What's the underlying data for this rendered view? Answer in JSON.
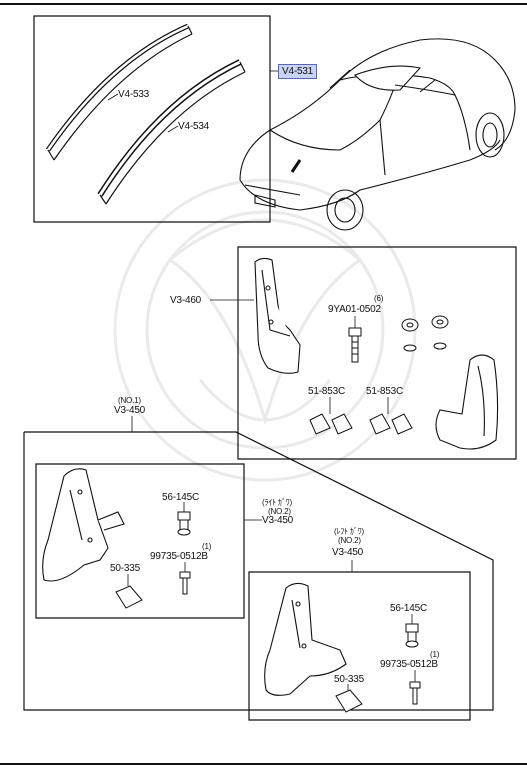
{
  "callouts": {
    "v4_531": "V4-531",
    "v4_533": "V4-533",
    "v4_534": "V4-534",
    "v3_460": "V3-460",
    "bolt_9ya": "9YA01-0502",
    "bolt_9ya_qty": "(6)",
    "clip_51_a": "51-853C",
    "clip_51_b": "51-853C",
    "no1_note": "(NO.1)",
    "no1_code": "V3-450",
    "right_side_jp": "(ﾗｲﾄ ｶﾞﾜ)",
    "right_no2": "(NO.2)",
    "right_code": "V3-450",
    "clip_56_r": "56-145C",
    "screw_r_qty": "(1)",
    "screw_r": "99735-0512B",
    "nut_50_r": "50-335",
    "left_side_jp": "(ﾚﾌﾄ ｶﾞﾜ)",
    "left_no2": "(NO.2)",
    "left_code": "V3-450",
    "clip_56_l": "56-145C",
    "screw_l_qty": "(1)",
    "screw_l": "99735-0512B",
    "nut_50_l": "50-335"
  },
  "colors": {
    "highlight_fill": "#c9d3f2",
    "highlight_border": "#5567b8",
    "line": "#111111"
  }
}
